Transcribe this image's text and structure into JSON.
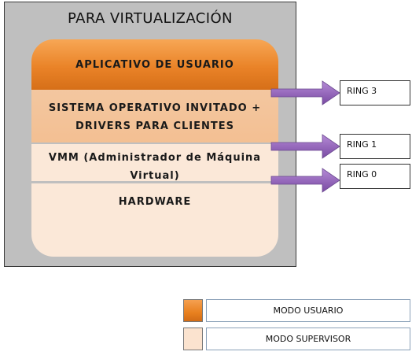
{
  "title": "PARA VIRTUALIZACIÓN",
  "layers": {
    "app": "APLICATIVO DE USUARIO",
    "os_line1": "SISTEMA OPERATIVO INVITADO +",
    "os_line2": "DRIVERS PARA CLIENTES",
    "vmm_line1": "VMM (Administrador de Máquina",
    "vmm_line2": "Virtual)",
    "hw": "HARDWARE"
  },
  "rings": [
    "RING 3",
    "RING 1",
    "RING 0"
  ],
  "legend": [
    {
      "label": "MODO USUARIO",
      "color": "#e8801f"
    },
    {
      "label": "MODO SUPERVISOR",
      "color": "#fbe3cf"
    }
  ],
  "colors": {
    "arrow": "#8b5fb3",
    "frame": "#bfbfbf"
  }
}
